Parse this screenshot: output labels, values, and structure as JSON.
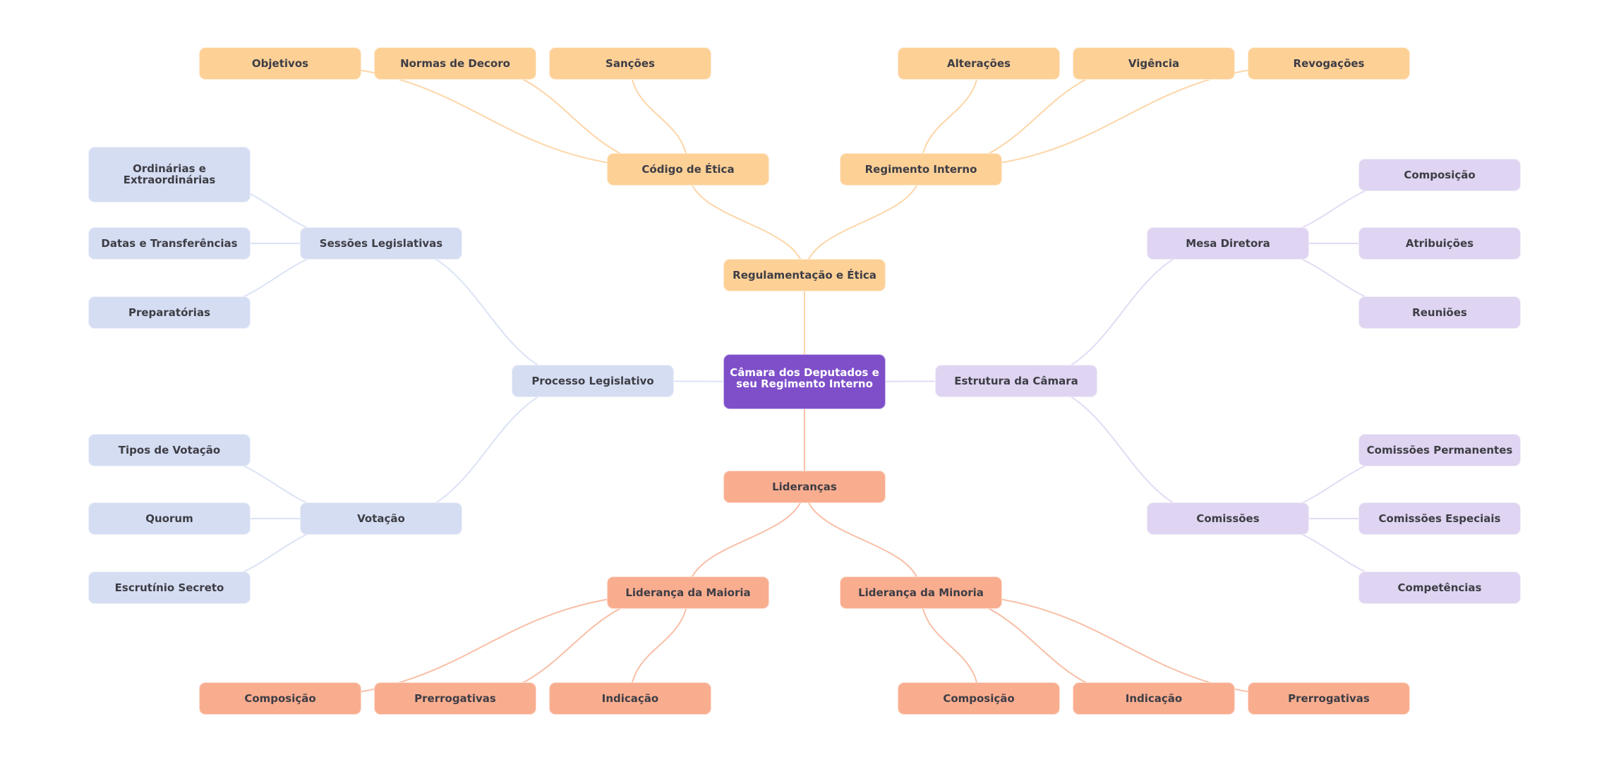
{
  "diagram": {
    "type": "mindmap",
    "colors": {
      "root": "#7f4fca",
      "ethics_branch": "#fdd096",
      "ethics_edge": "#fdd6a8",
      "process_branch": "#d5ddf2",
      "process_edge": "#dbe3f5",
      "structure_branch": "#dfd4f1",
      "structure_edge": "#e3dbf4",
      "leadership_branch": "#f9ad8f",
      "leadership_edge": "#f9bfa7",
      "text_dark": "#3d3d45",
      "text_light": "#ffffff"
    },
    "root": {
      "id": "root",
      "label": "Câmara dos Deputados e seu Regimento Interno"
    },
    "nodes": [
      {
        "id": "reg-etica",
        "label": "Regulamentação e Ética",
        "parent": "root",
        "branch": "ethics"
      },
      {
        "id": "codigo-etica",
        "label": "Código de Ética",
        "parent": "reg-etica",
        "branch": "ethics"
      },
      {
        "id": "objetivos",
        "label": "Objetivos",
        "parent": "codigo-etica",
        "branch": "ethics"
      },
      {
        "id": "normas-decoro",
        "label": "Normas de Decoro",
        "parent": "codigo-etica",
        "branch": "ethics"
      },
      {
        "id": "sancoes",
        "label": "Sanções",
        "parent": "codigo-etica",
        "branch": "ethics"
      },
      {
        "id": "regimento-interno",
        "label": "Regimento Interno",
        "parent": "reg-etica",
        "branch": "ethics"
      },
      {
        "id": "alteracoes",
        "label": "Alterações",
        "parent": "regimento-interno",
        "branch": "ethics"
      },
      {
        "id": "vigencia",
        "label": "Vigência",
        "parent": "regimento-interno",
        "branch": "ethics"
      },
      {
        "id": "revogacoes",
        "label": "Revogações",
        "parent": "regimento-interno",
        "branch": "ethics"
      },
      {
        "id": "processo-legislativo",
        "label": "Processo Legislativo",
        "parent": "root",
        "branch": "process"
      },
      {
        "id": "sessoes",
        "label": "Sessões Legislativas",
        "parent": "processo-legislativo",
        "branch": "process"
      },
      {
        "id": "ordinarias",
        "label": "Ordinárias e Extraordinárias",
        "parent": "sessoes",
        "branch": "process"
      },
      {
        "id": "datas",
        "label": "Datas e Transferências",
        "parent": "sessoes",
        "branch": "process"
      },
      {
        "id": "preparatorias",
        "label": "Preparatórias",
        "parent": "sessoes",
        "branch": "process"
      },
      {
        "id": "votacao",
        "label": "Votação",
        "parent": "processo-legislativo",
        "branch": "process"
      },
      {
        "id": "tipos-votacao",
        "label": "Tipos de Votação",
        "parent": "votacao",
        "branch": "process"
      },
      {
        "id": "quorum",
        "label": "Quorum",
        "parent": "votacao",
        "branch": "process"
      },
      {
        "id": "escrutinio",
        "label": "Escrutínio Secreto",
        "parent": "votacao",
        "branch": "process"
      },
      {
        "id": "estrutura",
        "label": "Estrutura da Câmara",
        "parent": "root",
        "branch": "structure"
      },
      {
        "id": "mesa-diretora",
        "label": "Mesa Diretora",
        "parent": "estrutura",
        "branch": "structure"
      },
      {
        "id": "mesa-composicao",
        "label": "Composição",
        "parent": "mesa-diretora",
        "branch": "structure"
      },
      {
        "id": "atribuicoes",
        "label": "Atribuições",
        "parent": "mesa-diretora",
        "branch": "structure"
      },
      {
        "id": "reunioes",
        "label": "Reuniões",
        "parent": "mesa-diretora",
        "branch": "structure"
      },
      {
        "id": "comissoes",
        "label": "Comissões",
        "parent": "estrutura",
        "branch": "structure"
      },
      {
        "id": "comissoes-permanentes",
        "label": "Comissões Permanentes",
        "parent": "comissoes",
        "branch": "structure"
      },
      {
        "id": "comissoes-especiais",
        "label": "Comissões Especiais",
        "parent": "comissoes",
        "branch": "structure"
      },
      {
        "id": "competencias",
        "label": "Competências",
        "parent": "comissoes",
        "branch": "structure"
      },
      {
        "id": "liderancas",
        "label": "Lideranças",
        "parent": "root",
        "branch": "leadership"
      },
      {
        "id": "lideranca-maioria",
        "label": "Liderança da Maioria",
        "parent": "liderancas",
        "branch": "leadership"
      },
      {
        "id": "maioria-composicao",
        "label": "Composição",
        "parent": "lideranca-maioria",
        "branch": "leadership"
      },
      {
        "id": "maioria-prerrogativas",
        "label": "Prerrogativas",
        "parent": "lideranca-maioria",
        "branch": "leadership"
      },
      {
        "id": "maioria-indicacao",
        "label": "Indicação",
        "parent": "lideranca-maioria",
        "branch": "leadership"
      },
      {
        "id": "lideranca-minoria",
        "label": "Liderança da Minoria",
        "parent": "liderancas",
        "branch": "leadership"
      },
      {
        "id": "minoria-composicao",
        "label": "Composição",
        "parent": "lideranca-minoria",
        "branch": "leadership"
      },
      {
        "id": "minoria-indicacao",
        "label": "Indicação",
        "parent": "lideranca-minoria",
        "branch": "leadership"
      },
      {
        "id": "minoria-prerrogativas",
        "label": "Prerrogativas",
        "parent": "lideranca-minoria",
        "branch": "leadership"
      }
    ]
  }
}
